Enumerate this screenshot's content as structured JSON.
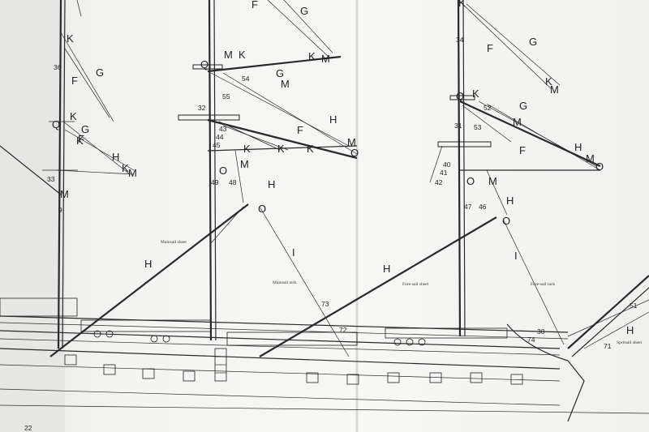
{
  "labels": {
    "F": "F",
    "G": "G",
    "H": "H",
    "I": "I",
    "K": "K",
    "M": "M",
    "O": "O",
    "Q": "Q"
  },
  "numbers": {
    "n36": "36",
    "n34": "34",
    "n55": "55",
    "n54": "54",
    "n32": "32",
    "n43": "43",
    "n44": "44",
    "n45": "45",
    "n49": "49",
    "n48": "48",
    "n52": "52",
    "n53": "53",
    "n31": "31",
    "n40": "40",
    "n41": "41",
    "n42": "42",
    "n47": "47",
    "n46": "46",
    "n33": "33",
    "n9": "9",
    "n73": "73",
    "n72": "72",
    "n74": "74",
    "n30": "30",
    "n51": "51",
    "n71": "71",
    "n22": "22"
  },
  "captions": {
    "mainsail_sheet": "Mainsail sheet",
    "mainsail_tack": "Mainsail tack",
    "foresail_sheet": "Fore-sail sheet",
    "foresail_tack": "Fore-sail tack",
    "spritsail_sheet": "Spritsail sheet"
  }
}
